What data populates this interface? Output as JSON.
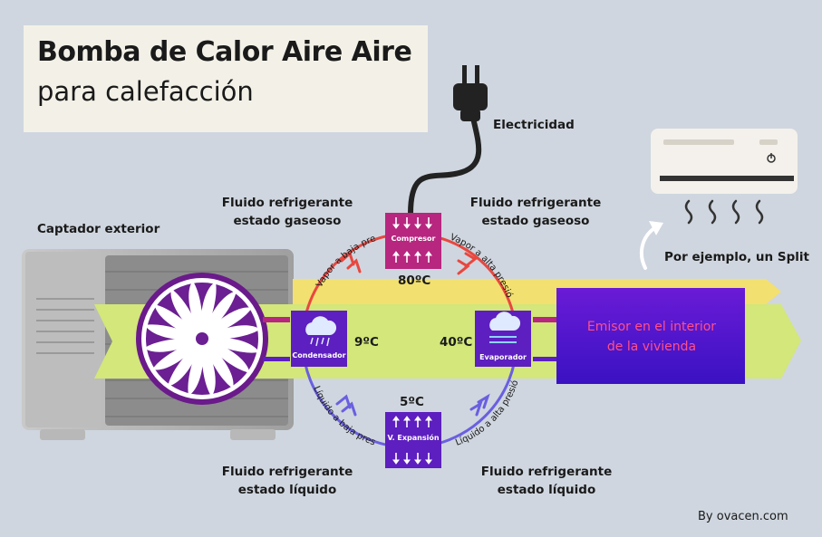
{
  "title": {
    "main": "Bomba de Calor Aire Aire",
    "sub": "para calefacción"
  },
  "labels": {
    "captador": "Captador exterior",
    "electricidad": "Electricidad",
    "split": "Por ejemplo, un Split",
    "gas_left": [
      "Fluido refrigerante",
      "estado gaseoso"
    ],
    "gas_right": [
      "Fluido refrigerante",
      "estado gaseoso"
    ],
    "liq_left": [
      "Fluido refrigerante",
      "estado líquido"
    ],
    "liq_right": [
      "Fluido refrigerante",
      "estado líquido"
    ]
  },
  "arc_labels": {
    "top_left": "Vapor a baja presión",
    "top_right": "Vapor a alta presión",
    "bottom_left": "Líquido a baja presión",
    "bottom_right": "Líquido a alta presión"
  },
  "components": {
    "compresor": "Compresor",
    "condensador": "Condensador",
    "evaporador": "Evaporador",
    "expansion": "V. Expansión"
  },
  "temperatures": {
    "t80": "80ºC",
    "t9": "9ºC",
    "t40": "40ºC",
    "t5": "5ºC"
  },
  "emitter": [
    "Emisor en el interior",
    "de la vivienda"
  ],
  "credit": "By ovacen.com",
  "colors": {
    "background": "#cfd6df",
    "green_band": "#d3e77a",
    "yellow_band": "#f2e070",
    "hot_arc": "#e8473f",
    "cold_arc": "#6a5fe0",
    "compresor_box": "#b7267f",
    "valve_box": "#5d1fbf",
    "emitter_start": "#6a1bd6",
    "emitter_end": "#3a12c2"
  },
  "icons": [
    "plug-icon",
    "fan-icon",
    "rain-cloud-icon",
    "snow-cloud-icon",
    "split-unit-icon",
    "curved-arrow-icon"
  ]
}
